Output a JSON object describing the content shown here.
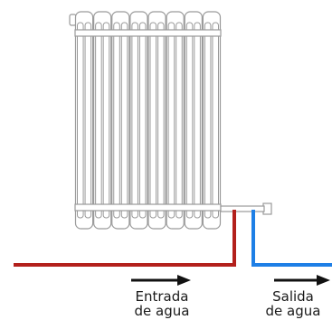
{
  "labels": {
    "inlet": [
      "Entrada",
      "de agua"
    ],
    "outlet": [
      "Salida",
      "de agua"
    ]
  },
  "colors": {
    "hot_pipe": "#b3201c",
    "cold_pipe": "#1e7fe6",
    "radiator_stroke": "#9a9a9a",
    "radiator_fill": "#ffffff",
    "arrow": "#111111",
    "text": "#1a1a1a"
  },
  "radiator": {
    "column_count": 8
  }
}
